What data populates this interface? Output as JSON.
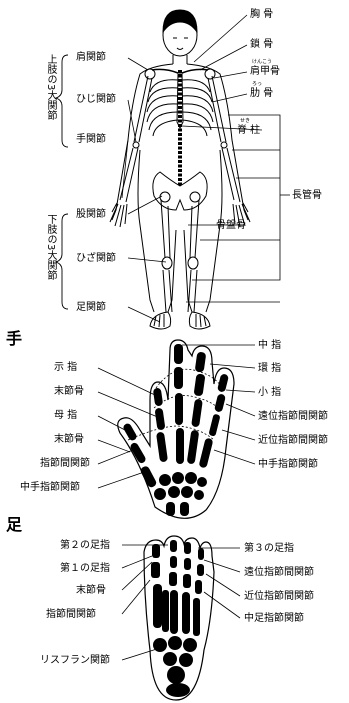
{
  "skeleton": {
    "upper_limb_group": "上肢の3大関節",
    "lower_limb_group": "下肢の3大関節",
    "labels": {
      "chest_bone": "胸 骨",
      "collarbone": "鎖 骨",
      "shoulder_joint": "肩関節",
      "scapula": "肩甲骨",
      "scapula_ruby": "けんこう",
      "rib": "肋 骨",
      "rib_ruby": "ろっ",
      "elbow_joint": "ひじ関節",
      "spine": "脊 柱",
      "spine_ruby": "せき",
      "wrist_joint": "手関節",
      "long_bone": "長管骨",
      "hip_joint": "股関節",
      "pelvis": "骨盤骨",
      "knee_joint": "ひざ関節",
      "ankle_joint": "足関節"
    }
  },
  "hand": {
    "title": "手",
    "labels": {
      "index_finger": "示 指",
      "distal_phalanx_1": "末節骨",
      "thumb": "母 指",
      "distal_phalanx_2": "末節骨",
      "interphalangeal_joint": "指節間関節",
      "mcp_joint_left": "中手指節関節",
      "middle_finger": "中 指",
      "ring_finger": "環 指",
      "little_finger": "小 指",
      "dip_joint": "遠位指節間関節",
      "pip_joint": "近位指節間関節",
      "mcp_joint_right": "中手指節関節"
    }
  },
  "foot": {
    "title": "足",
    "labels": {
      "second_toe": "第２の足指",
      "first_toe": "第１の足指",
      "distal_phalanx": "末節骨",
      "interphalangeal_joint": "指節間関節",
      "lisfranc_joint": "リスフラン関節",
      "third_toe": "第３の足指",
      "dip_joint": "遠位指節間関節",
      "pip_joint": "近位指節間関節",
      "mtp_joint": "中足指節関節"
    }
  }
}
